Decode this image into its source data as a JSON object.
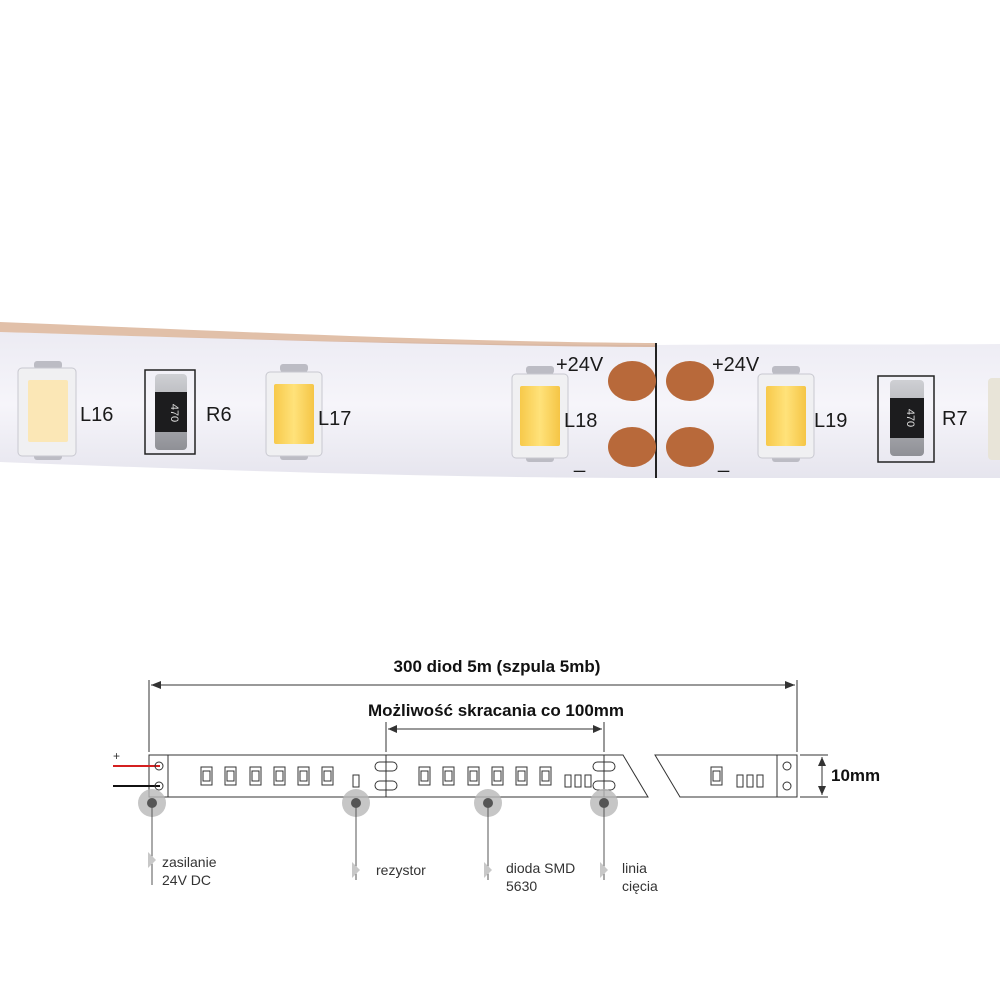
{
  "photo": {
    "led_labels": [
      "L16",
      "L17",
      "L18",
      "L19"
    ],
    "resistor_labels": [
      "R6",
      "R7"
    ],
    "resistor_code": "470",
    "pad_plus_label": "+24V",
    "pad_minus_label": "_"
  },
  "diagram": {
    "total_length_label": "300 diod 5m (szpula 5mb)",
    "cut_interval_label": "Możliwość skracania co 100mm",
    "width_label": "10mm",
    "plus_sign": "+",
    "callouts": {
      "power": [
        "zasilanie",
        "24V DC"
      ],
      "resistor": [
        "rezystor"
      ],
      "diode": [
        "dioda SMD",
        "5630"
      ],
      "cut": [
        "linia",
        "cięcia"
      ]
    },
    "colors": {
      "wire_positive": "#d42020",
      "wire_negative": "#111111",
      "copper_pad": "#b8693a",
      "led_yellow": "#ffd966"
    }
  }
}
